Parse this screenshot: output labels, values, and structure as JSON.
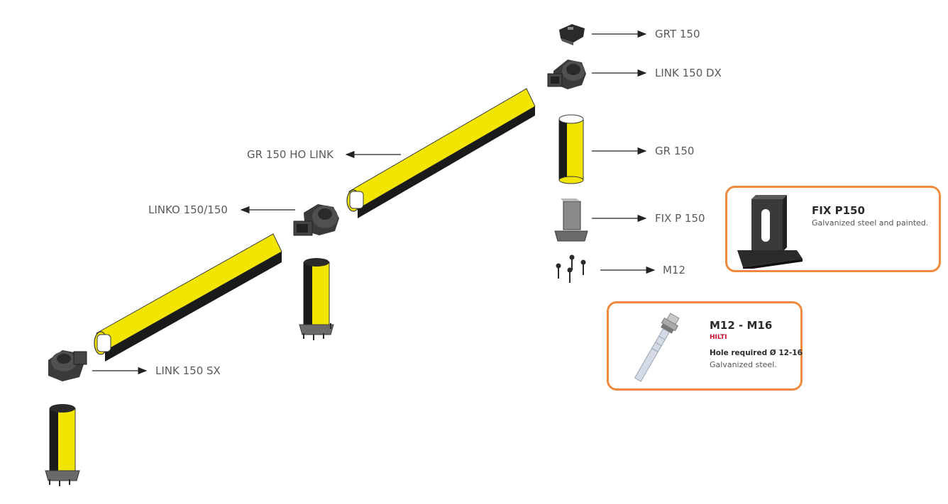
{
  "labels": {
    "grt150": "GRT 150",
    "link150dx": "LINK 150 DX",
    "gr150": "GR 150",
    "fixp150": "FIX P 150",
    "m12": "M12",
    "gr150holink": "GR 150 HO LINK",
    "linko150": "LINKO 150/150",
    "link150sx": "LINK 150 SX"
  },
  "fix_card": {
    "title": "FIX P150",
    "description": "Galvanized steel and painted."
  },
  "anchor_card": {
    "title": "M12 - M16",
    "brand": "HILTI",
    "hole": "Hole required Ø 12-16",
    "description": "Galvanized steel."
  },
  "colors": {
    "yellow": "#f2e600",
    "black": "#1a1a1a",
    "card_border": "#f08a3c",
    "brand_red": "#c8102e",
    "label_gray": "#5a5a5a"
  }
}
